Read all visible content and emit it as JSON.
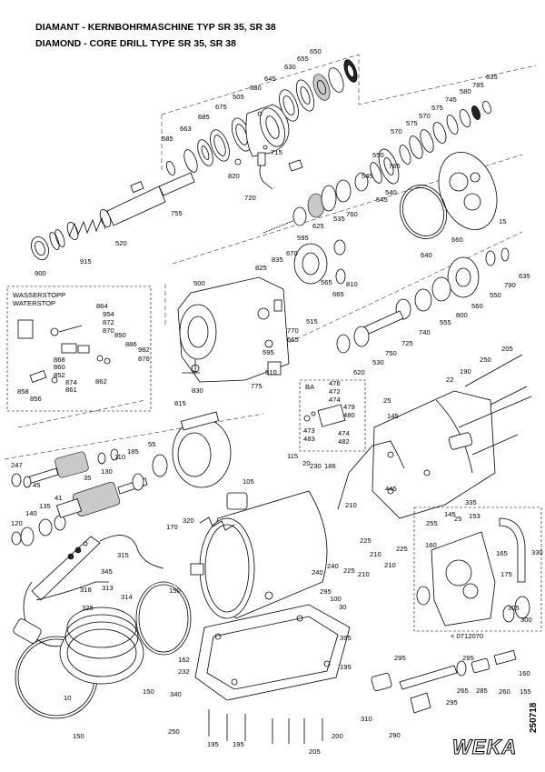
{
  "header": {
    "title_de": "DIAMANT - KERNBOHRMASCHINE TYP SR 35, SR 38",
    "title_en": "DIAMOND - CORE DRILL TYPE SR 35, SR 38"
  },
  "insets": {
    "waterstop_de": "WASSERSTOPP",
    "waterstop_en": "WATERSTOP",
    "ba": "BA",
    "serial_note": "< 0712070"
  },
  "footer": {
    "brand": "WEKA",
    "drawing_number": "250718"
  },
  "icons": [
    "exploded-parts-drawing",
    "weka-logo"
  ]
}
